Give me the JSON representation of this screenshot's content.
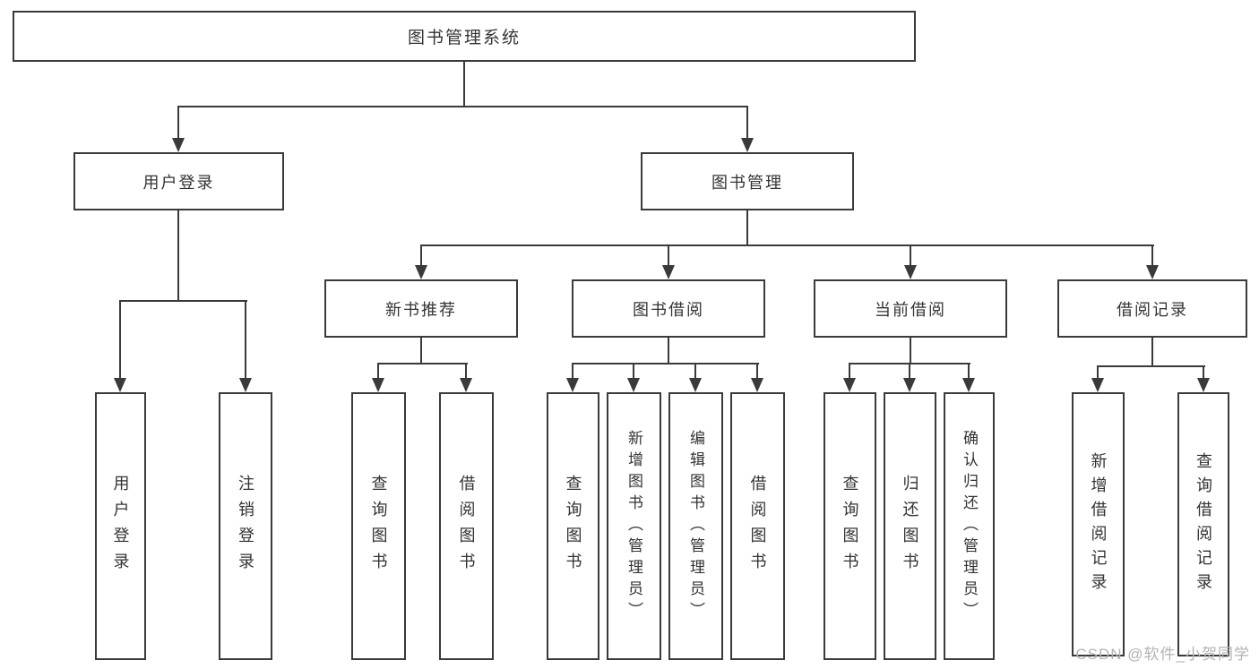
{
  "colors": {
    "line": "#3a3a3a",
    "border": "#3a3a3a",
    "text": "#333333",
    "background": "#ffffff",
    "watermark": "#b3b3b3"
  },
  "nodes": {
    "system": "图书管理系统",
    "user_login": "用户登录",
    "book_management": "图书管理",
    "new_book_recommend": "新书推荐",
    "book_borrowing": "图书借阅",
    "current_borrowing": "当前借阅",
    "borrowing_records": "借阅记录",
    "leaf_user_login": "用户登录",
    "leaf_logout": "注销登录",
    "leaf_nb_query_books": "查询图书",
    "leaf_nb_borrow_books": "借阅图书",
    "leaf_bb_query_books": "查询图书",
    "leaf_bb_add_books": "新增图书（管理员）",
    "leaf_bb_edit_books": "编辑图书（管理员）",
    "leaf_bb_borrow_books": "借阅图书",
    "leaf_cb_query_books": "查询图书",
    "leaf_cb_return_books": "归还图书",
    "leaf_cb_confirm_return": "确认归还（管理员）",
    "leaf_br_add_record": "新增借阅记录",
    "leaf_br_query_record": "查询借阅记录"
  },
  "tree": {
    "label": "图书管理系统",
    "children": [
      {
        "label": "用户登录",
        "children": [
          {
            "label": "用户登录"
          },
          {
            "label": "注销登录"
          }
        ]
      },
      {
        "label": "图书管理",
        "children": [
          {
            "label": "新书推荐",
            "children": [
              {
                "label": "查询图书"
              },
              {
                "label": "借阅图书"
              }
            ]
          },
          {
            "label": "图书借阅",
            "children": [
              {
                "label": "查询图书"
              },
              {
                "label": "新增图书（管理员）"
              },
              {
                "label": "编辑图书（管理员）"
              },
              {
                "label": "借阅图书"
              }
            ]
          },
          {
            "label": "当前借阅",
            "children": [
              {
                "label": "查询图书"
              },
              {
                "label": "归还图书"
              },
              {
                "label": "确认归还（管理员）"
              }
            ]
          },
          {
            "label": "借阅记录",
            "children": [
              {
                "label": "新增借阅记录"
              },
              {
                "label": "查询借阅记录"
              }
            ]
          }
        ]
      }
    ]
  },
  "watermark": {
    "text": "CSDN @软件_小贺同学"
  }
}
